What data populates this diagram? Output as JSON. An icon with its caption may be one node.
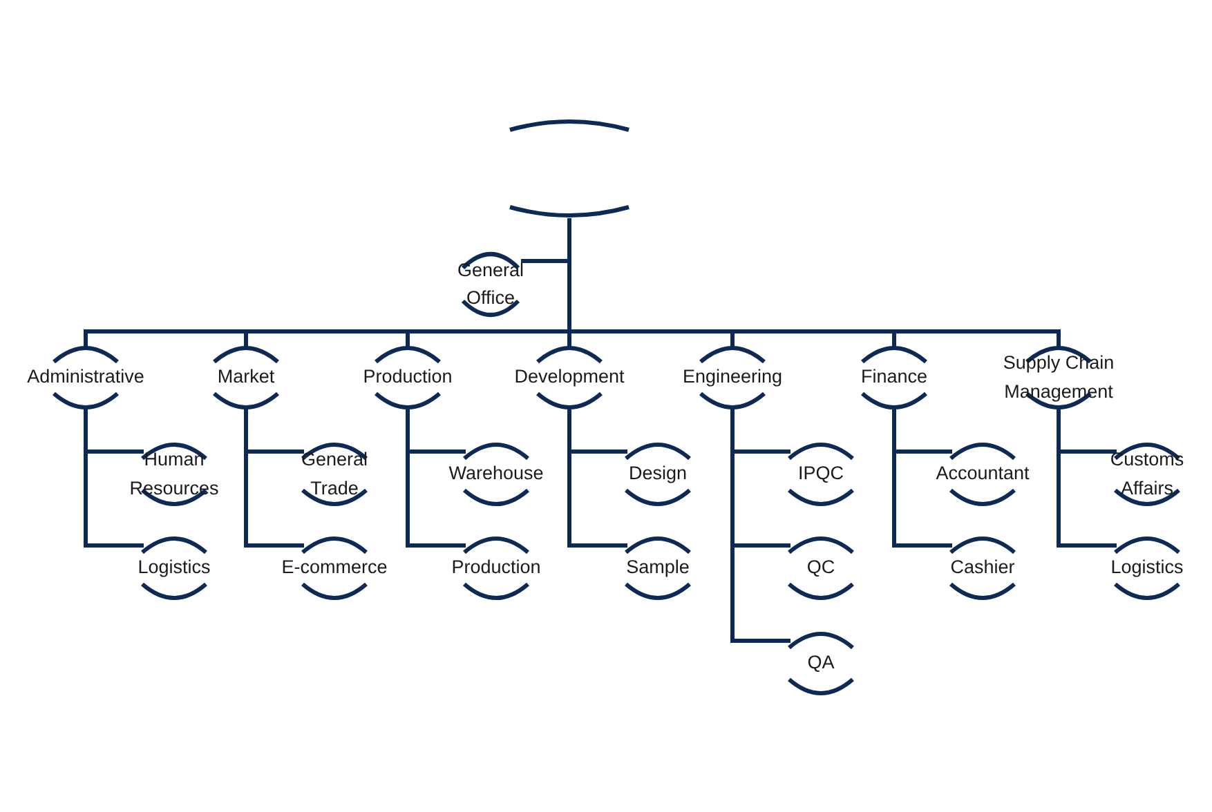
{
  "diagram": {
    "nodes": [
      {
        "text": [],
        "shape": "box"
      },
      {
        "text": [
          "General Office"
        ]
      },
      {
        "text": [
          "Administrative"
        ]
      },
      {
        "text": [
          "Human Resources"
        ]
      },
      {
        "text": [
          "Logistics"
        ]
      },
      {
        "text": [
          "Market"
        ]
      },
      {
        "text": [
          "General Trade"
        ]
      },
      {
        "text": [
          "E-commerce"
        ]
      },
      {
        "text": [
          "Production"
        ]
      },
      {
        "text": [
          "Warehouse"
        ]
      },
      {
        "text": [
          "Production"
        ]
      },
      {
        "text": [
          "Development"
        ]
      },
      {
        "text": [
          "Design"
        ]
      },
      {
        "text": [
          "Sample"
        ]
      },
      {
        "text": [
          "Engineering"
        ]
      },
      {
        "text": [
          "IPQC"
        ]
      },
      {
        "text": [
          "QC"
        ]
      },
      {
        "text": [
          "QA"
        ]
      },
      {
        "text": [
          "Finance"
        ]
      },
      {
        "text": [
          "Accountant"
        ]
      },
      {
        "text": [
          "Cashier"
        ]
      },
      {
        "text": [
          "Supply Chain Management"
        ]
      },
      {
        "text": [
          "Customs Affairs"
        ]
      },
      {
        "text": [
          "Logistics"
        ]
      }
    ],
    "edges": [
      {
        "from": 0,
        "to": 1,
        "arrow": "none"
      },
      {
        "from": 0,
        "to": 2,
        "arrow": "none"
      },
      {
        "from": 0,
        "to": 5,
        "arrow": "none"
      },
      {
        "from": 0,
        "to": 8,
        "arrow": "none"
      },
      {
        "from": 0,
        "to": 11,
        "arrow": "none"
      },
      {
        "from": 0,
        "to": 14,
        "arrow": "none"
      },
      {
        "from": 0,
        "to": 18,
        "arrow": "none"
      },
      {
        "from": 0,
        "to": 21,
        "arrow": "none"
      },
      {
        "from": 2,
        "to": 3,
        "arrow": "none"
      },
      {
        "from": 2,
        "to": 4,
        "arrow": "none"
      },
      {
        "from": 5,
        "to": 6,
        "arrow": "none"
      },
      {
        "from": 5,
        "to": 7,
        "arrow": "none"
      },
      {
        "from": 8,
        "to": 9,
        "arrow": "none"
      },
      {
        "from": 8,
        "to": 10,
        "arrow": "none"
      },
      {
        "from": 11,
        "to": 12,
        "arrow": "none"
      },
      {
        "from": 11,
        "to": 13,
        "arrow": "none"
      },
      {
        "from": 14,
        "to": 15,
        "arrow": "none"
      },
      {
        "from": 14,
        "to": 16,
        "arrow": "none"
      },
      {
        "from": 14,
        "to": 17,
        "arrow": "none"
      },
      {
        "from": 18,
        "to": 19,
        "arrow": "none"
      },
      {
        "from": 18,
        "to": 20,
        "arrow": "none"
      },
      {
        "from": 21,
        "to": 22,
        "arrow": "none"
      },
      {
        "from": 21,
        "to": 23,
        "arrow": "none"
      }
    ]
  }
}
